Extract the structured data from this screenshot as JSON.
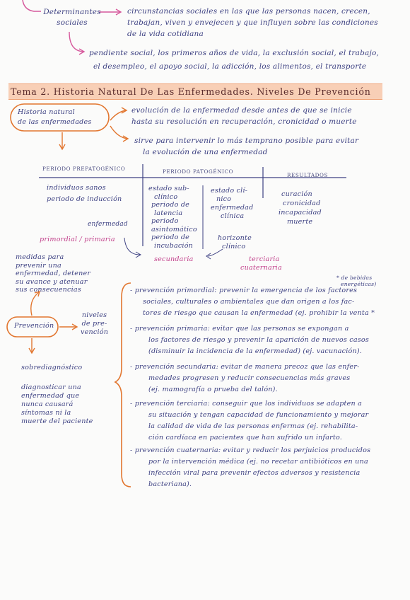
{
  "top": {
    "det_label": [
      "Determinantes",
      "sociales"
    ],
    "def_lines": [
      "circunstancias sociales en las que las personas nacen, crecen,",
      "trabajan, viven y envejecen y que influyen sobre las condiciones",
      "de la vida cotidiana"
    ],
    "examples": [
      "pendiente social, los primeros años de vida, la exclusión social, el trabajo,",
      "el desempleo, el apoyo social, la adicción, los alimentos, el transporte"
    ]
  },
  "title": "Tema 2. Historia Natural De Las Enfermedades. Niveles De Prevención",
  "hn": {
    "box": [
      "Historia natural",
      "de las enfermedades"
    ],
    "def1": [
      "evolución de la enfermedad desde antes de que se inicie",
      "hasta su resolución en recuperación, cronicidad o muerte"
    ],
    "def2": [
      "sirve para intervenir lo más temprano posible para evitar",
      "la evolución de una enfermedad"
    ]
  },
  "table": {
    "headers": [
      "periodo prepatogénico",
      "periodo patogénico",
      "resultados"
    ],
    "col1": [
      "individuos sanos",
      "periodo de inducción"
    ],
    "col1_bottom": "enfermedad",
    "col2": [
      "estado sub-",
      "clínico",
      "periodo de",
      "latencia",
      "periodo",
      "asintomático",
      "periodo de",
      "incubación"
    ],
    "col3": [
      "estado clí-",
      "nico",
      "enfermedad",
      "clínica"
    ],
    "horizonte": [
      "horizonte",
      "clínico"
    ],
    "col4": [
      "curación",
      "cronicidad",
      "incapacidad",
      "muerte"
    ],
    "primordial": "primordial / primaria",
    "secundaria": "secundaria",
    "terciaria": [
      "terciaria",
      "cuaternaria"
    ]
  },
  "prevencion": {
    "medidas": [
      "medidas para",
      "prevenir una",
      "enfermedad, detener",
      "su avance y atenuar",
      "sus consecuencias"
    ],
    "box": "Prevención",
    "niveles": [
      "niveles",
      "de pre-",
      "vención"
    ],
    "sobre_title": "sobrediagnóstico",
    "sobre": [
      "diagnosticar una",
      "enfermedad que",
      "nunca causará",
      "síntomas ni la",
      "muerte del paciente"
    ],
    "note": [
      "* de bebidas",
      "energéticas)"
    ],
    "items": [
      [
        "- prevención primordial: prevenir la emergencia de los factores",
        "sociales, culturales o ambientales que dan origen a los fac-",
        "tores de riesgo que causan la enfermedad (ej. prohibir la venta *"
      ],
      [
        "- prevención primaria: evitar que las personas se expongan a",
        "los factores de riesgo y prevenir la aparición de nuevos casos",
        "(disminuir la incidencia de la enfermedad) (ej. vacunación)."
      ],
      [
        "- prevención secundaria: evitar de manera precoz que las enfer-",
        "medades progresen y reducir consecuencias más graves",
        "(ej. mamografía o prueba del talón)."
      ],
      [
        "- prevención terciaria: conseguir que los individuos se adapten a",
        "su situación y tengan capacidad de funcionamiento y mejorar",
        "la calidad de vida de las personas enfermas (ej. rehabilita-",
        "ción cardíaca en pacientes que han sufrido un infarto."
      ],
      [
        "- prevención cuaternaria: evitar y reducir los perjuicios producidos",
        "por la intervención médica (ej. no recetar antibióticos en una",
        "infección viral para prevenir efectos adversos y resistencia",
        "bacteriana)."
      ]
    ]
  },
  "colors": {
    "ink": "#3d4182",
    "pink": "#c13f8a",
    "orange": "#e2762f",
    "highlight": "#f8cfb6"
  }
}
